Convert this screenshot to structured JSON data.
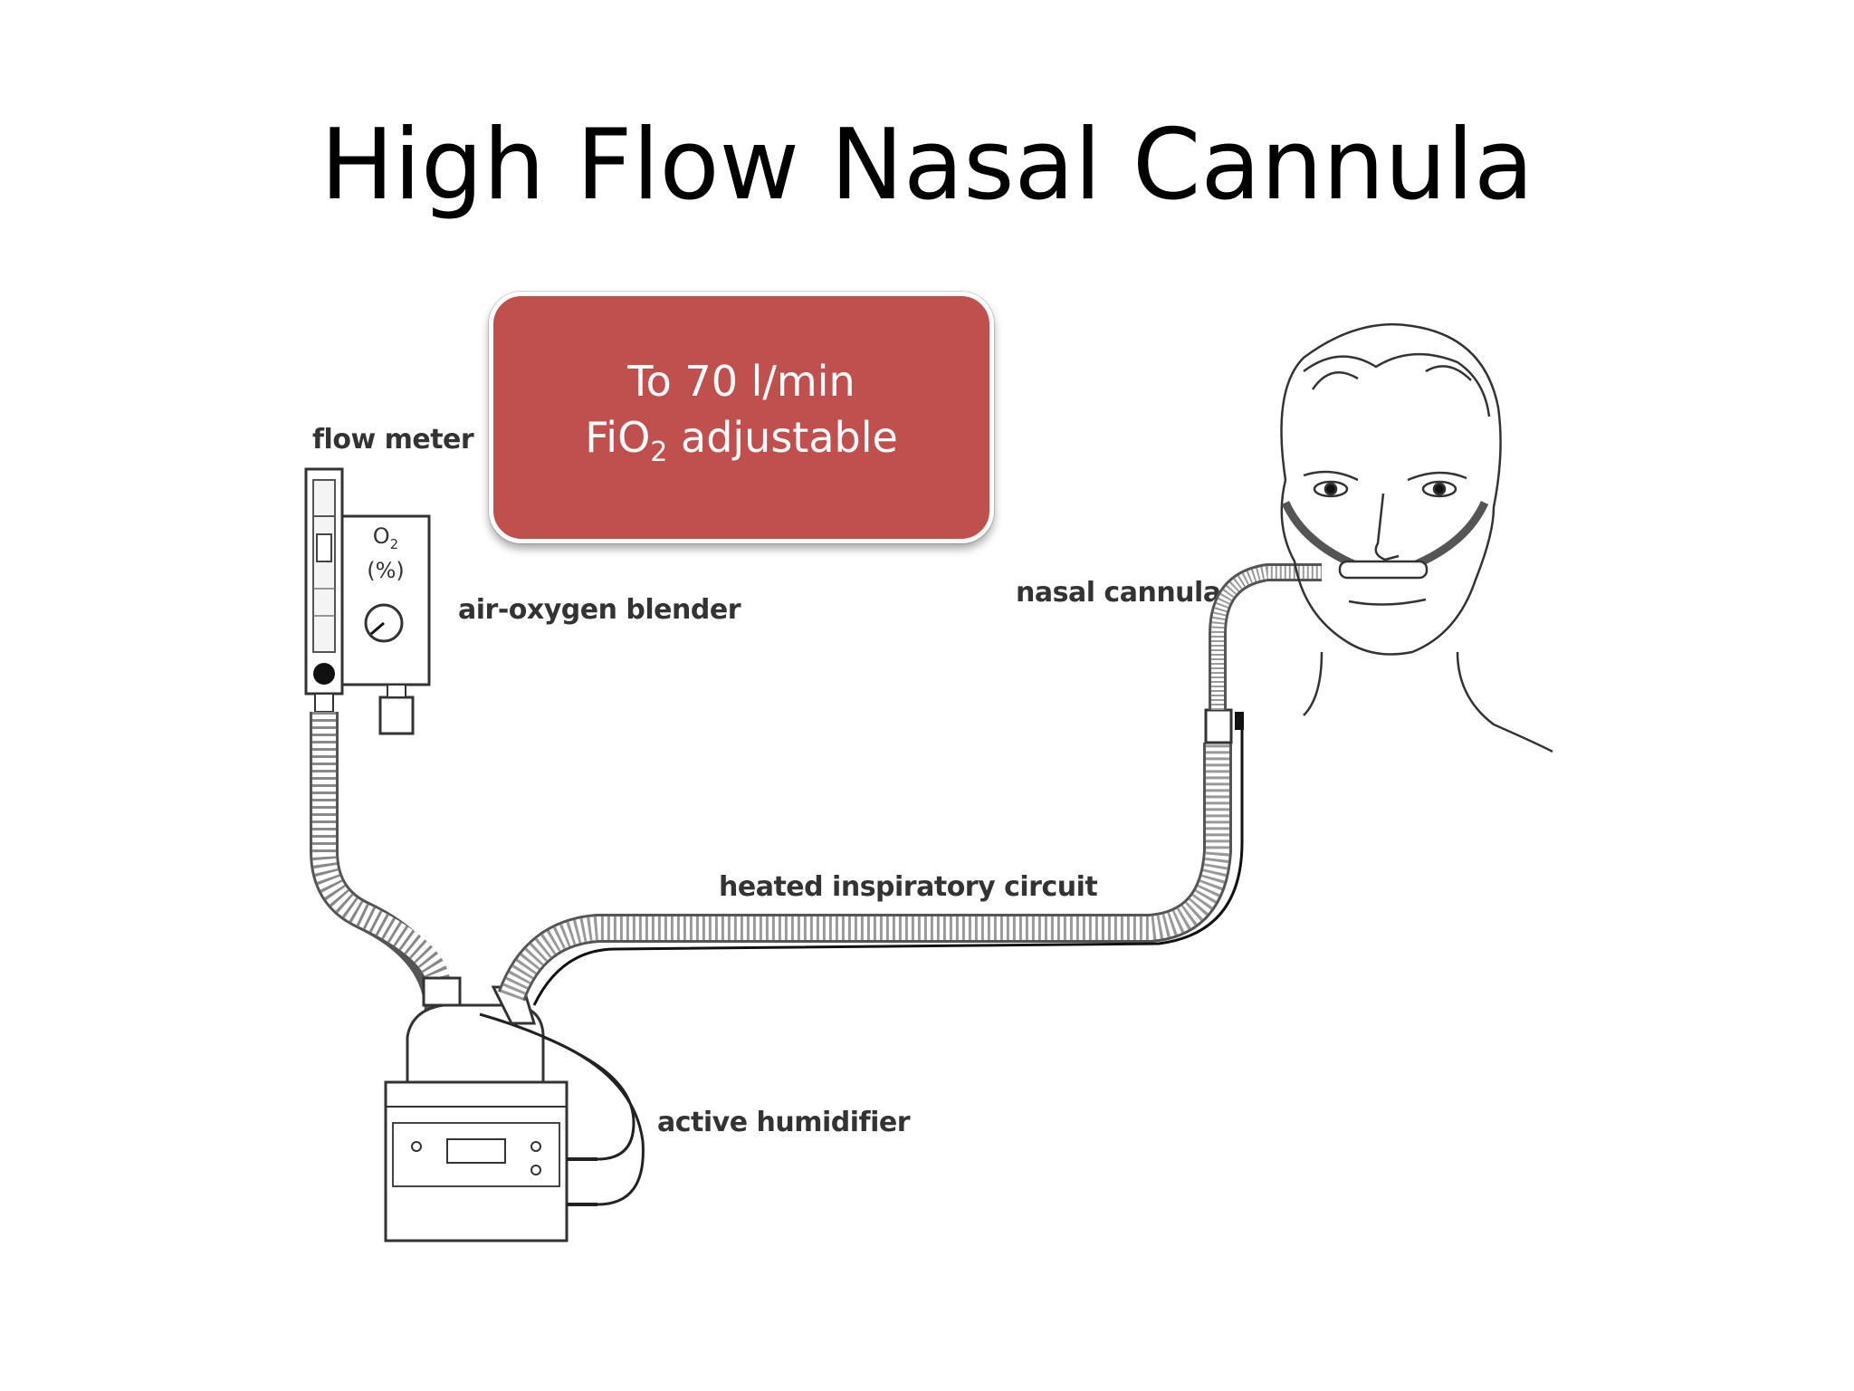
{
  "slide": {
    "title": "High Flow Nasal Cannula"
  },
  "callout": {
    "line1": "To 70 l/min",
    "line2_prefix": "FiO",
    "line2_subscript": "2",
    "line2_suffix": " adjustable",
    "color": "#c0504d"
  },
  "labels": {
    "flow_meter": "flow meter",
    "air_oxygen_blender": "air-oxygen blender",
    "nasal_cannula": "nasal cannula",
    "heated_inspiratory_circuit": "heated inspiratory circuit",
    "active_humidifier": "active humidifier"
  },
  "blender_face": {
    "gas": "O",
    "gas_subscript": "2",
    "unit": "(%)"
  }
}
